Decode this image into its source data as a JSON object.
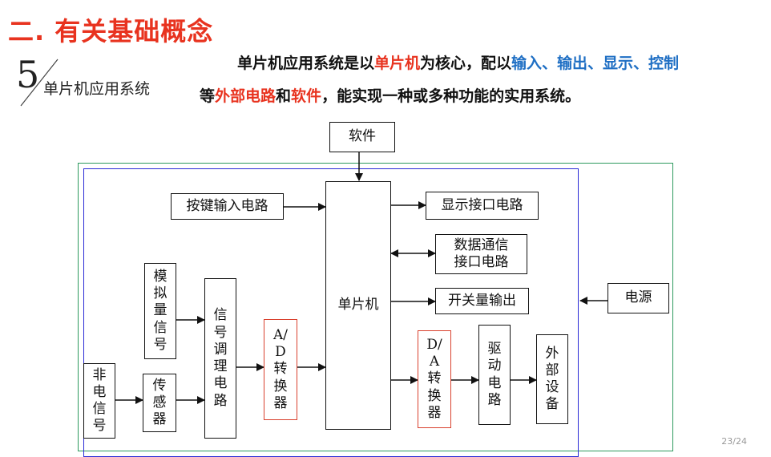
{
  "heading": {
    "title": "二. 有关基础概念"
  },
  "section": {
    "number": "5",
    "label": "单片机应用系统"
  },
  "description": {
    "line1": [
      {
        "text": "单片机应用系统是以",
        "color": "black"
      },
      {
        "text": "单片机",
        "color": "red"
      },
      {
        "text": "为核心，配以",
        "color": "black"
      },
      {
        "text": "输入、输出、显示、控制",
        "color": "blue"
      }
    ],
    "line2": [
      {
        "text": "等",
        "color": "black"
      },
      {
        "text": "外部电路",
        "color": "red"
      },
      {
        "text": "和",
        "color": "black"
      },
      {
        "text": "软件",
        "color": "red"
      },
      {
        "text": "，能实现一种或多种功能的实用系统。",
        "color": "black"
      }
    ]
  },
  "diagram": {
    "software": "软件",
    "keyboard_input": "按键输入电路",
    "display_interface": "显示接口电路",
    "data_comm": [
      "数据通信",
      "接口电路"
    ],
    "mcu": "单片机",
    "switch_output": "开关量输出",
    "power": "电源",
    "analog_signal": [
      "模",
      "拟",
      "量",
      "信",
      "号"
    ],
    "signal_conditioning": [
      "信",
      "号",
      "调",
      "理",
      "电",
      "路"
    ],
    "ad_converter": [
      "A/",
      "D",
      "转",
      "换",
      "器"
    ],
    "da_converter": [
      "D/",
      "A",
      "转",
      "换",
      "器"
    ],
    "driver_circuit": [
      "驱",
      "动",
      "电",
      "路"
    ],
    "external_device": [
      "外",
      "部",
      "设",
      "备"
    ],
    "non_electrical": [
      "非",
      "电",
      "信",
      "号"
    ],
    "sensor": [
      "传",
      "感",
      "器"
    ]
  },
  "colors": {
    "title": "#e8331f",
    "highlight_blue": "#1f6fc4",
    "outer_frame": "#2e9a5e",
    "inner_frame": "#2b2bd6",
    "converter_border": "#d9412e"
  },
  "page": "23/24"
}
